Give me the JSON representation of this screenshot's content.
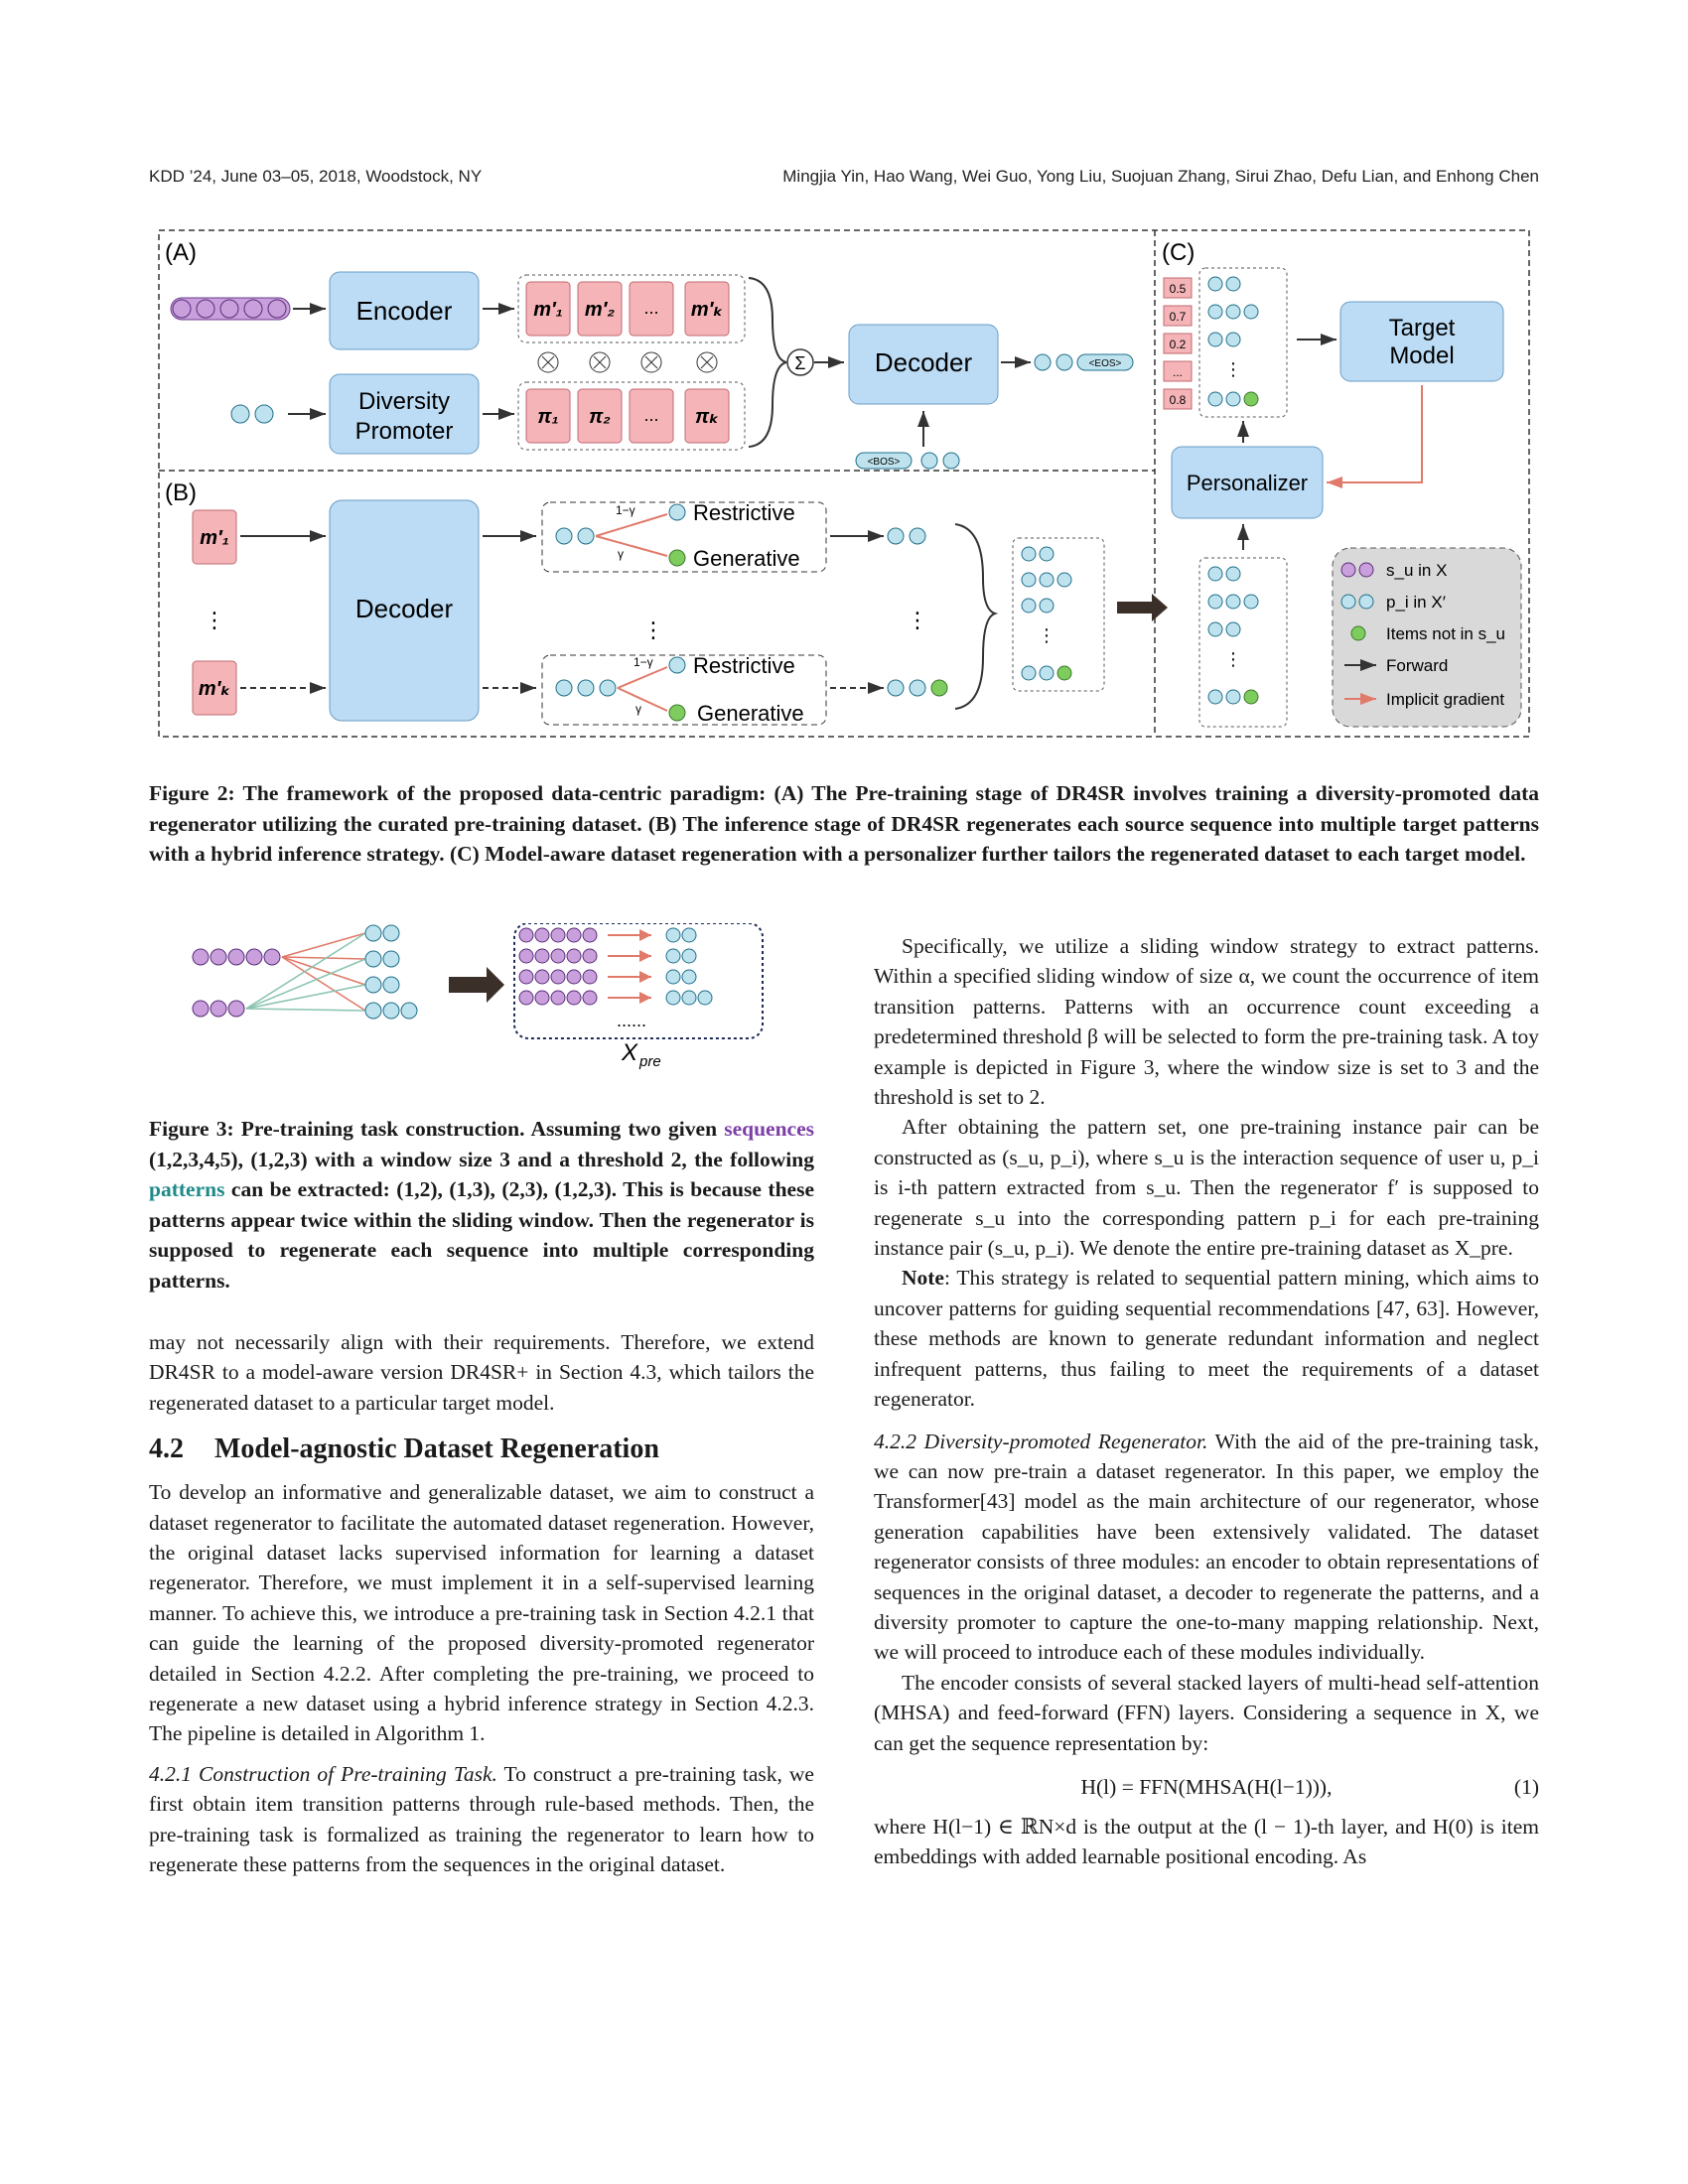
{
  "header": {
    "left": "KDD ’24, June 03–05, 2018, Woodstock, NY",
    "right": "Mingjia Yin, Hao Wang, Wei Guo, Yong Liu, Suojuan Zhang, Sirui Zhao, Defu Lian, and Enhong Chen"
  },
  "figure2": {
    "panel_a": "(A)",
    "panel_b": "(B)",
    "panel_c": "(C)",
    "encoder": "Encoder",
    "diversity_promoter_line1": "Diversity",
    "diversity_promoter_line2": "Promoter",
    "decoder": "Decoder",
    "decoder_b": "Decoder",
    "target_model_line1": "Target",
    "target_model_line2": "Model",
    "personalizer": "Personalizer",
    "restrictive": "Restrictive",
    "generative": "Generative",
    "ellipsis": "...",
    "bos": "<BOS>",
    "eos": "<EOS>",
    "one_minus_gamma": "1−γ",
    "gamma": "γ",
    "scores": [
      "0.5",
      "0.7",
      "0.2",
      "...",
      "0.8"
    ],
    "legend": {
      "su": "s_u in X",
      "pi": "p_i in X′",
      "items_not": "Items not in s_u",
      "forward": "Forward",
      "implicit": "Implicit gradient"
    },
    "caption": "Figure 2: The framework of the proposed data-centric paradigm: (A) The Pre-training stage of DR4SR involves training a diversity-promoted data regenerator utilizing the curated pre-training dataset. (B) The inference stage of DR4SR regenerates each source sequence into multiple target patterns with a hybrid inference strategy. (C) Model-aware dataset regeneration with a personalizer further tailors the regenerated dataset to each target model."
  },
  "figure3": {
    "dots": "......",
    "xpre": "X",
    "xpre_sub": "pre",
    "cap_1": "Figure 3: Pre-training task construction. Assuming two given ",
    "cap_sequences": "sequences",
    "cap_2": " (1,2,3,4,5), (1,2,3) with a window size 3 and a threshold 2, the following ",
    "cap_patterns": "patterns",
    "cap_3": " can be extracted: (1,2), (1,3), (2,3), (1,2,3). This is because these patterns appear twice within the sliding window. Then the regenerator is supposed to regenerate each sequence into multiple corresponding patterns."
  },
  "left_column": {
    "p1": "may not necessarily align with their requirements. Therefore, we extend DR4SR to a model-aware version DR4SR+ in Section 4.3, which tailors the regenerated dataset to a particular target model.",
    "sec_num": "4.2",
    "sec_title": "Model-agnostic Dataset Regeneration",
    "p2": "To develop an informative and generalizable dataset, we aim to construct a dataset regenerator to facilitate the automated dataset regeneration. However, the original dataset lacks supervised information for learning a dataset regenerator. Therefore, we must implement it in a self-supervised learning manner. To achieve this, we introduce a pre-training task in Section 4.2.1 that can guide the learning of the proposed diversity-promoted regenerator detailed in Section 4.2.2. After completing the pre-training, we proceed to regenerate a new dataset using a hybrid inference strategy in Section 4.2.3. The pipeline is detailed in Algorithm 1.",
    "sub1_title": "4.2.1    Construction of Pre-training Task.",
    "p3": " To construct a pre-training task, we first obtain item transition patterns through rule-based methods. Then, the pre-training task is formalized as training the regenerator to learn how to regenerate these patterns from the sequences in the original dataset."
  },
  "right_column": {
    "p1": "Specifically, we utilize a sliding window strategy to extract patterns. Within a specified sliding window of size α, we count the occurrence of item transition patterns. Patterns with an occurrence count exceeding a predetermined threshold β will be selected to form the pre-training task. A toy example is depicted in Figure 3, where the window size is set to 3 and the threshold is set to 2.",
    "p2": "After obtaining the pattern set, one pre-training instance pair can be constructed as (s_u, p_i), where s_u is the interaction sequence of user u, p_i is i-th pattern extracted from s_u. Then the regenerator f′ is supposed to regenerate s_u into the corresponding pattern p_i for each pre-training instance pair (s_u, p_i). We denote the entire pre-training dataset as X_pre.",
    "note_label": "Note",
    "p3": ": This strategy is related to sequential pattern mining, which aims to uncover patterns for guiding sequential recommendations [47, 63]. However, these methods are known to generate redundant information and neglect infrequent patterns, thus failing to meet the requirements of a dataset regenerator.",
    "sub2_title": "4.2.2    Diversity-promoted Regenerator.",
    "p4": " With the aid of the pre-training task, we can now pre-train a dataset regenerator. In this paper, we employ the Transformer[43] model as the main architecture of our regenerator, whose generation capabilities have been extensively validated. The dataset regenerator consists of three modules: an encoder to obtain representations of sequences in the original dataset, a decoder to regenerate the patterns, and a diversity promoter to capture the one-to-many mapping relationship. Next, we will proceed to introduce each of these modules individually.",
    "p5": "The encoder consists of several stacked layers of multi-head self-attention (MHSA) and feed-forward (FFN) layers. Considering a sequence in X, we can get the sequence representation by:",
    "equation": "H(l) = FFN(MHSA(H(l−1))),",
    "eq_num": "(1)",
    "p6": "where H(l−1) ∈ ℝN×d is the output at the (l − 1)-th layer, and H(0) is item embeddings with added learnable positional encoding. As"
  }
}
